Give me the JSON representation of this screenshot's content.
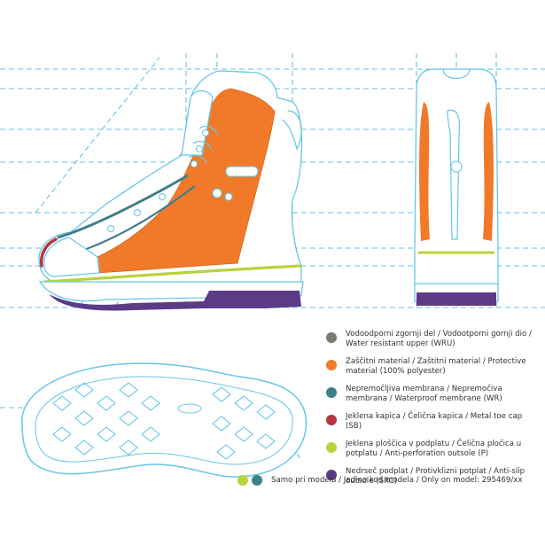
{
  "colors": {
    "guide": "#33aadd",
    "outline": "#66c6e6",
    "wru": "#7d7a6f",
    "protective": "#f07a2a",
    "membrane": "#3f7f8a",
    "toecap": "#b7343f",
    "plate": "#b9d23a",
    "outsole": "#5b3b86"
  },
  "legend": [
    {
      "key": "wru",
      "text": "Vodoodporni zgornji del / Vodootporni gornji dio / Water resistant upper (WRU)"
    },
    {
      "key": "protective",
      "text": "Zaščitni material / Zaštitni material / Protective material (100% polyester)"
    },
    {
      "key": "membrane",
      "text": "Nepremočljiva membrana / Nepremočiva membrana / Waterproof membrane (WR)"
    },
    {
      "key": "toecap",
      "text": "Jeklena kapica / Čelična kapica / Metal toe cap (SB)"
    },
    {
      "key": "plate",
      "text": "Jeklena ploščica v podplatu / Čelična pločica u potplatu / Anti-perforation outsole (P)"
    },
    {
      "key": "outsole",
      "text": "Nedrseč podplat / Protivklizni potplat / Anti-slip outsole (SRC)"
    }
  ],
  "note": {
    "text": "Samo pri modelu / Jedino kod modela / Only on model: 295469/xx",
    "colors": [
      "plate",
      "membrane"
    ]
  }
}
